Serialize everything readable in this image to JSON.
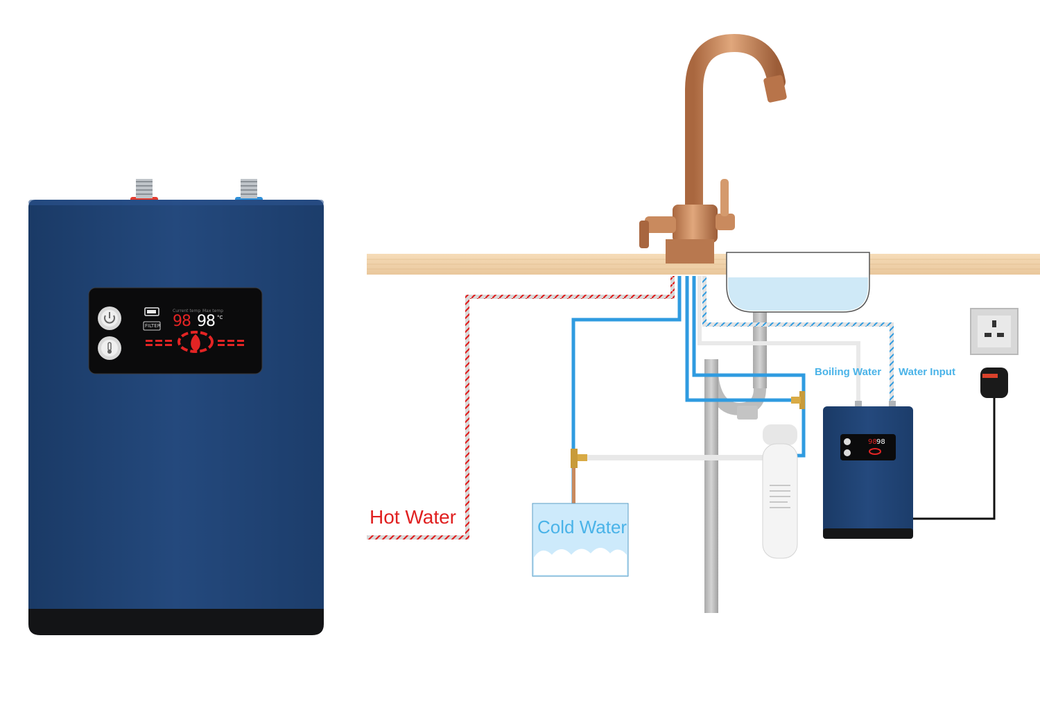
{
  "labels": {
    "hot_water": "Hot Water",
    "cold_water": "Cold Water",
    "boiling_water": "Boiling Water",
    "water_input": "Water Input"
  },
  "display": {
    "current_temp": "98",
    "max_temp": "98",
    "unit": "°C",
    "current_temp_caption": "Current temp",
    "max_temp_caption": "Max temp",
    "filter_label": "FILTER"
  },
  "colors": {
    "tank_blue": "#1f4577",
    "hot_label": "#e02020",
    "cold_label": "#4ab3e8",
    "boiling_label": "#4ab3e8",
    "water_input_label": "#4ab3e8",
    "pipe_blue": "#2f9be0",
    "tap_copper": "#c98a5e",
    "worktop": "#f1d4ae"
  },
  "icons": [
    "power-icon",
    "temperature-icon",
    "battery-icon",
    "flame-icon",
    "uk-socket-icon",
    "plug-icon"
  ]
}
